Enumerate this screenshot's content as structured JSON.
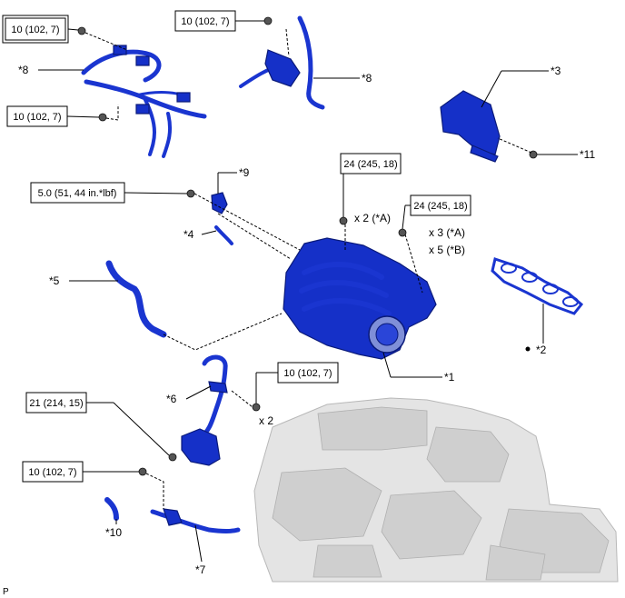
{
  "torque": {
    "t1": "10 (102, 7)",
    "t2": "10 (102, 7)",
    "t3": "10 (102, 7)",
    "t4": "5.0 (51, 44 in.*lbf)",
    "t5": "24 (245, 18)",
    "t6": "24 (245, 18)",
    "t7": "10 (102, 7)",
    "t8": "21 (214, 15)",
    "t9": "10 (102, 7)"
  },
  "counts": {
    "x2a": "x 2 (*A)",
    "x3a": "x 3 (*A)",
    "x5b": "x 5 (*B)",
    "x2": "x 2"
  },
  "parts": {
    "p8a": "*8",
    "p8b": "*8",
    "p3": "*3",
    "p11": "*11",
    "p9": "*9",
    "p4": "*4",
    "p5": "*5",
    "p1": "*1",
    "p2": "*2",
    "p6": "*6",
    "p10": "*10",
    "p7": "*7"
  },
  "footer": {
    "code": "P"
  }
}
